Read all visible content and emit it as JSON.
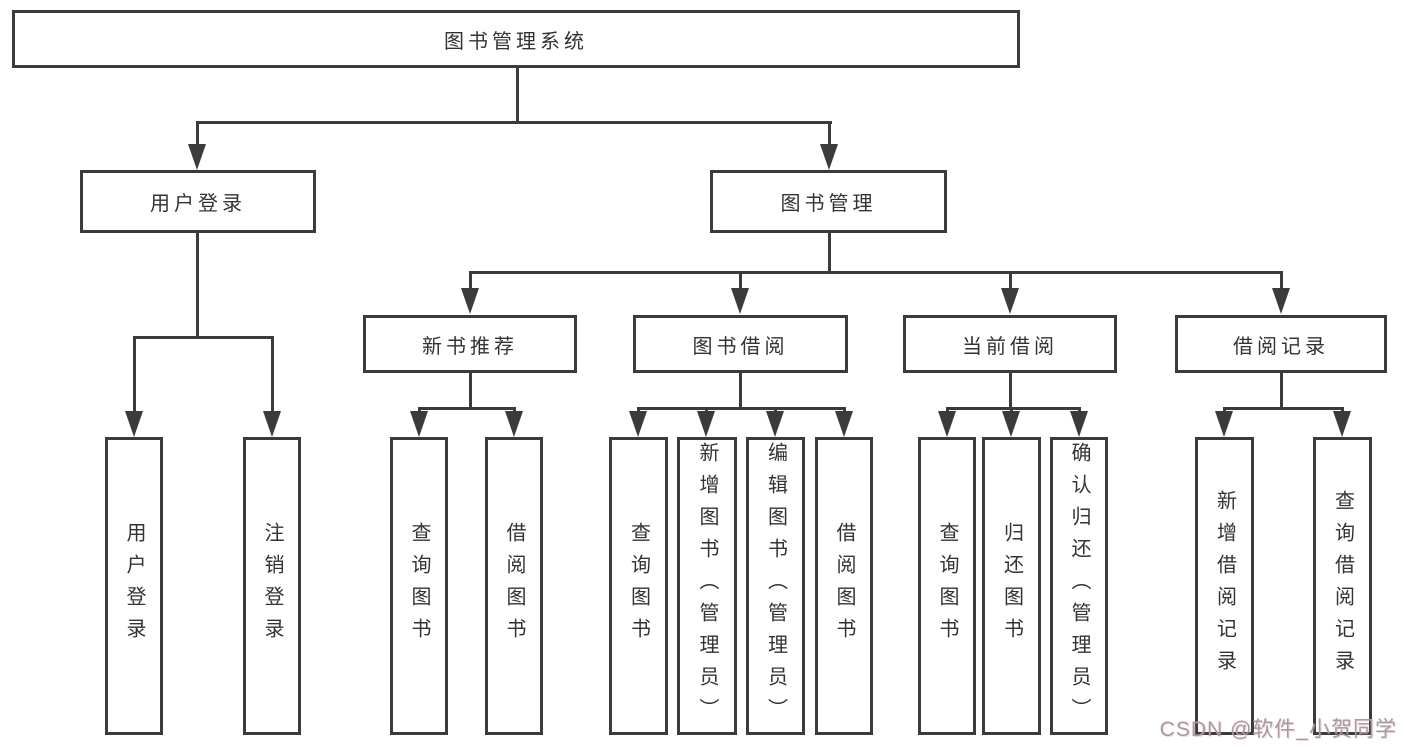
{
  "title": "图书管理系统",
  "colors": {
    "line": "#3b3b3b",
    "text": "#333333",
    "background": "#ffffff",
    "watermark": "#a59c9e"
  },
  "watermark": {
    "text": "CSDN @软件_小贺同学"
  },
  "nodes": {
    "root": {
      "label": "图书管理系统"
    },
    "login": {
      "label": "用户登录"
    },
    "manage": {
      "label": "图书管理"
    },
    "newbook": {
      "label": "新书推荐"
    },
    "borrow": {
      "label": "图书借阅"
    },
    "current": {
      "label": "当前借阅"
    },
    "record": {
      "label": "借阅记录"
    },
    "login_1": {
      "label": "用户登录"
    },
    "login_2": {
      "label": "注销登录"
    },
    "newbook_1": {
      "label": "查询图书"
    },
    "newbook_2": {
      "label": "借阅图书"
    },
    "borrow_1": {
      "label": "查询图书"
    },
    "borrow_2": {
      "label": "新增图书（管理员）"
    },
    "borrow_3": {
      "label": "编辑图书（管理员）"
    },
    "borrow_4": {
      "label": "借阅图书"
    },
    "current_1": {
      "label": "查询图书"
    },
    "current_2": {
      "label": "归还图书"
    },
    "current_3": {
      "label": "确认归还（管理员）"
    },
    "record_1": {
      "label": "新增借阅记录"
    },
    "record_2": {
      "label": "查询借阅记录"
    }
  },
  "hierarchy": {
    "图书管理系统": [
      "用户登录",
      "图书管理"
    ],
    "用户登录": [
      "用户登录",
      "注销登录"
    ],
    "图书管理": [
      "新书推荐",
      "图书借阅",
      "当前借阅",
      "借阅记录"
    ],
    "新书推荐": [
      "查询图书",
      "借阅图书"
    ],
    "图书借阅": [
      "查询图书",
      "新增图书（管理员）",
      "编辑图书（管理员）",
      "借阅图书"
    ],
    "当前借阅": [
      "查询图书",
      "归还图书",
      "确认归还（管理员）"
    ],
    "借阅记录": [
      "新增借阅记录",
      "查询借阅记录"
    ]
  }
}
